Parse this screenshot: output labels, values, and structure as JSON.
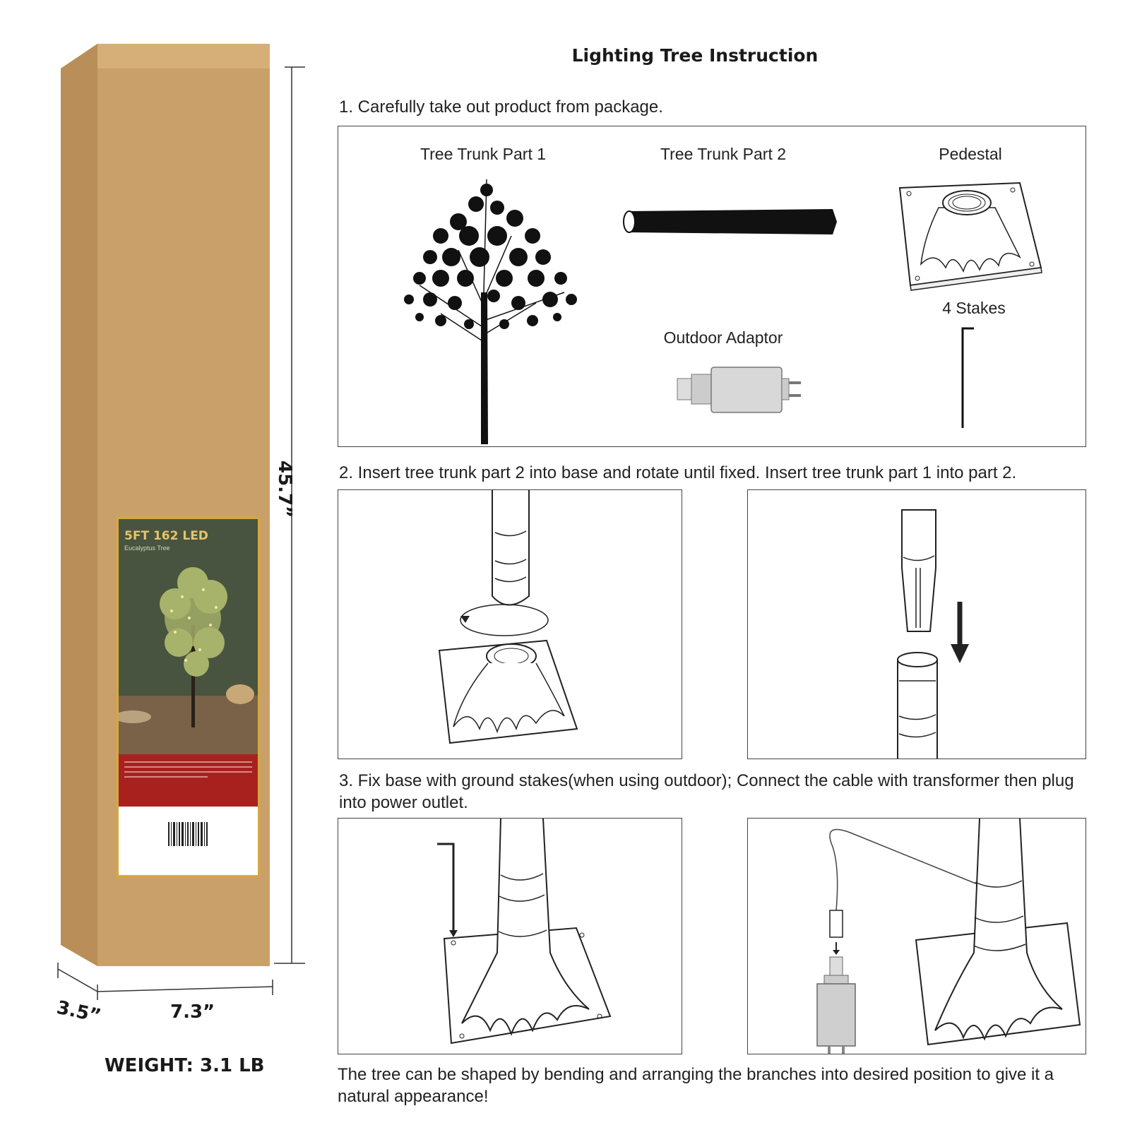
{
  "title": "Lighting Tree Instruction",
  "box": {
    "height_label": "45.7”",
    "depth_label": "3.5”",
    "width_label": "7.3”",
    "weight": "WEIGHT: 3.1 LB",
    "label_title": "5FT 162 LED",
    "label_subtitle": "Eucalyptus Tree",
    "colors": {
      "kraft": "#caa06a",
      "kraft_side": "#b98e58",
      "label_frame": "#d6a93a",
      "label_red": "#a9211f"
    }
  },
  "steps": [
    {
      "text": "1. Carefully take out product from package."
    },
    {
      "text": "2. Insert tree trunk part 2 into base and rotate until fixed. Insert tree trunk part 1 into part 2."
    },
    {
      "text": "3. Fix base with ground stakes(when using outdoor); Connect the cable with transformer then plug into power outlet."
    }
  ],
  "parts": {
    "trunk1": "Tree Trunk Part 1",
    "trunk2": "Tree Trunk Part 2",
    "pedestal": "Pedestal",
    "stakes": "4 Stakes",
    "adaptor": "Outdoor Adaptor"
  },
  "footer": "The tree can be shaped by bending and arranging the branches into desired position to give it a natural appearance!"
}
